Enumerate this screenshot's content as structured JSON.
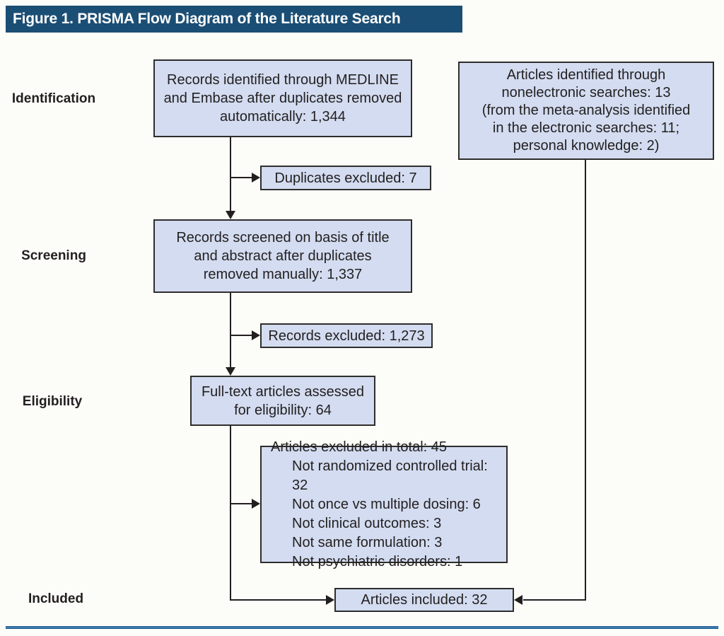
{
  "title": "Figure 1. PRISMA Flow Diagram of the Literature Search",
  "stages": {
    "identification": "Identification",
    "screening": "Screening",
    "eligibility": "Eligibility",
    "included": "Included"
  },
  "boxes": {
    "records_identified": {
      "lines": [
        "Records identified through MEDLINE",
        "and Embase after duplicates removed",
        "automatically: 1,344"
      ]
    },
    "nonelectronic": {
      "lines": [
        "Articles identified through",
        "nonelectronic searches: 13",
        "(from the meta-analysis identified",
        "in the electronic searches: 11;",
        "personal knowledge: 2)"
      ]
    },
    "duplicates_excluded": {
      "text": "Duplicates excluded: 7"
    },
    "records_screened": {
      "lines": [
        "Records screened on basis of title",
        "and abstract after duplicates",
        "removed manually: 1,337"
      ]
    },
    "records_excluded": {
      "text": "Records excluded: 1,273"
    },
    "fulltext_assessed": {
      "lines": [
        "Full-text articles assessed",
        "for eligibility: 64"
      ]
    },
    "articles_excluded": {
      "lines": [
        "Articles excluded in total: 45",
        "Not randomized controlled trial: 32",
        "Not once vs multiple dosing: 6",
        "Not clinical outcomes: 3",
        "Not same formulation: 3",
        "Not psychiatric disorders: 1"
      ]
    },
    "articles_included": {
      "text": "Articles included: 32"
    }
  },
  "colors": {
    "header_bg": "#1b4e74",
    "box_fill": "#d3dcf0",
    "box_border": "#2e2d2c",
    "connector": "#231f20",
    "footer_rule": "#3d7ab0"
  }
}
